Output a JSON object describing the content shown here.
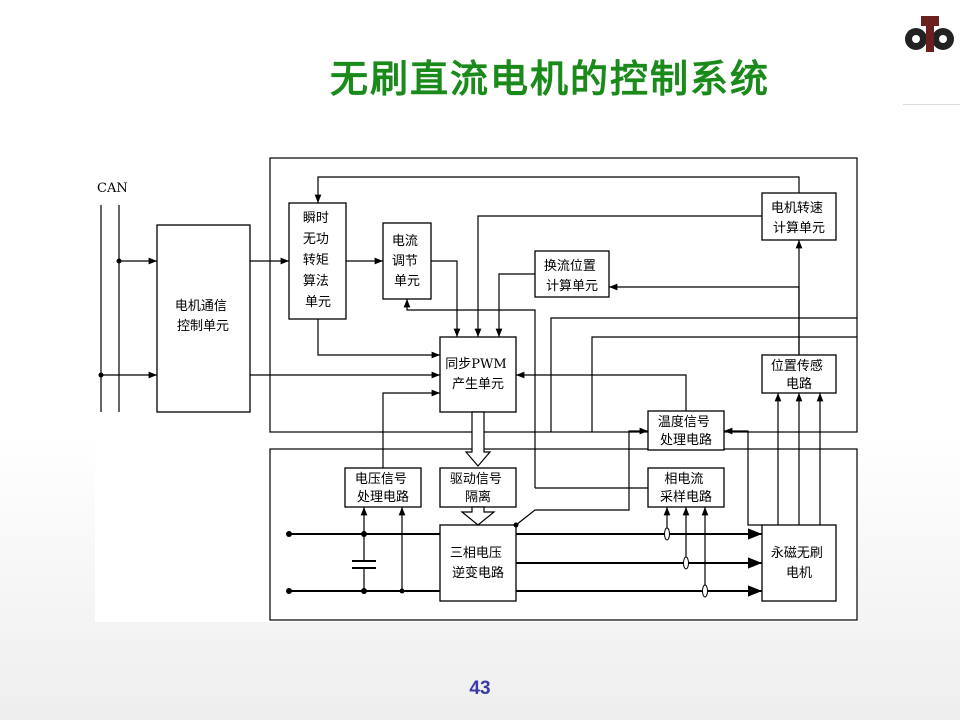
{
  "title": "无刷直流电机的控制系统",
  "page_number": "43",
  "logo": {
    "icon": "company-logo-icon"
  },
  "diagram": {
    "can_label": "CAN",
    "blocks": {
      "comm": [
        "电机通信",
        "控制单元"
      ],
      "torque": [
        "瞬时",
        "无功",
        "转矩",
        "算法",
        "单元"
      ],
      "current_adj": [
        "电流",
        "调节",
        "单元"
      ],
      "commutation": [
        "换流位置",
        "计算单元"
      ],
      "speed_calc": [
        "电机转速",
        "计算单元"
      ],
      "pwm": [
        "同步PWM",
        "产生单元"
      ],
      "position_sensor": [
        "位置传感",
        "电路"
      ],
      "temp_signal": [
        "温度信号",
        "处理电路"
      ],
      "voltage_signal": [
        "电压信号",
        "处理电路"
      ],
      "drive_isolation": [
        "驱动信号",
        "隔离"
      ],
      "current_sample": [
        "相电流",
        "采样电路"
      ],
      "inverter": [
        "三相电压",
        "逆变电路"
      ],
      "motor": [
        "永磁无刷",
        "电机"
      ]
    }
  }
}
